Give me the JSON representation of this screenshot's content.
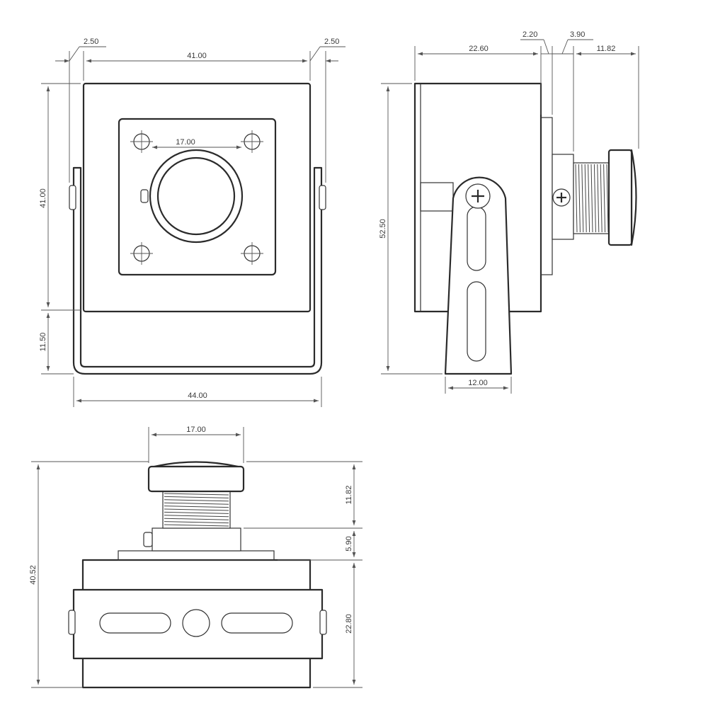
{
  "front_view": {
    "dim_left_offset": "2.50",
    "dim_right_offset": "2.50",
    "dim_body_width": "41.00",
    "dim_hole_spacing": "17.00",
    "dim_body_height": "41.00",
    "dim_bracket_depth": "11.50",
    "dim_bracket_width": "44.00"
  },
  "side_view": {
    "dim_body_depth": "22.60",
    "dim_plate": "2.20",
    "dim_collar": "3.90",
    "dim_lens": "11.82",
    "dim_total_height": "52.50",
    "dim_bracket_width": "12.00"
  },
  "top_view": {
    "dim_lens_width": "17.00",
    "dim_lens_length": "11.82",
    "dim_collar": "5.90",
    "dim_total_depth": "40.52",
    "dim_body_depth": "22.80"
  }
}
